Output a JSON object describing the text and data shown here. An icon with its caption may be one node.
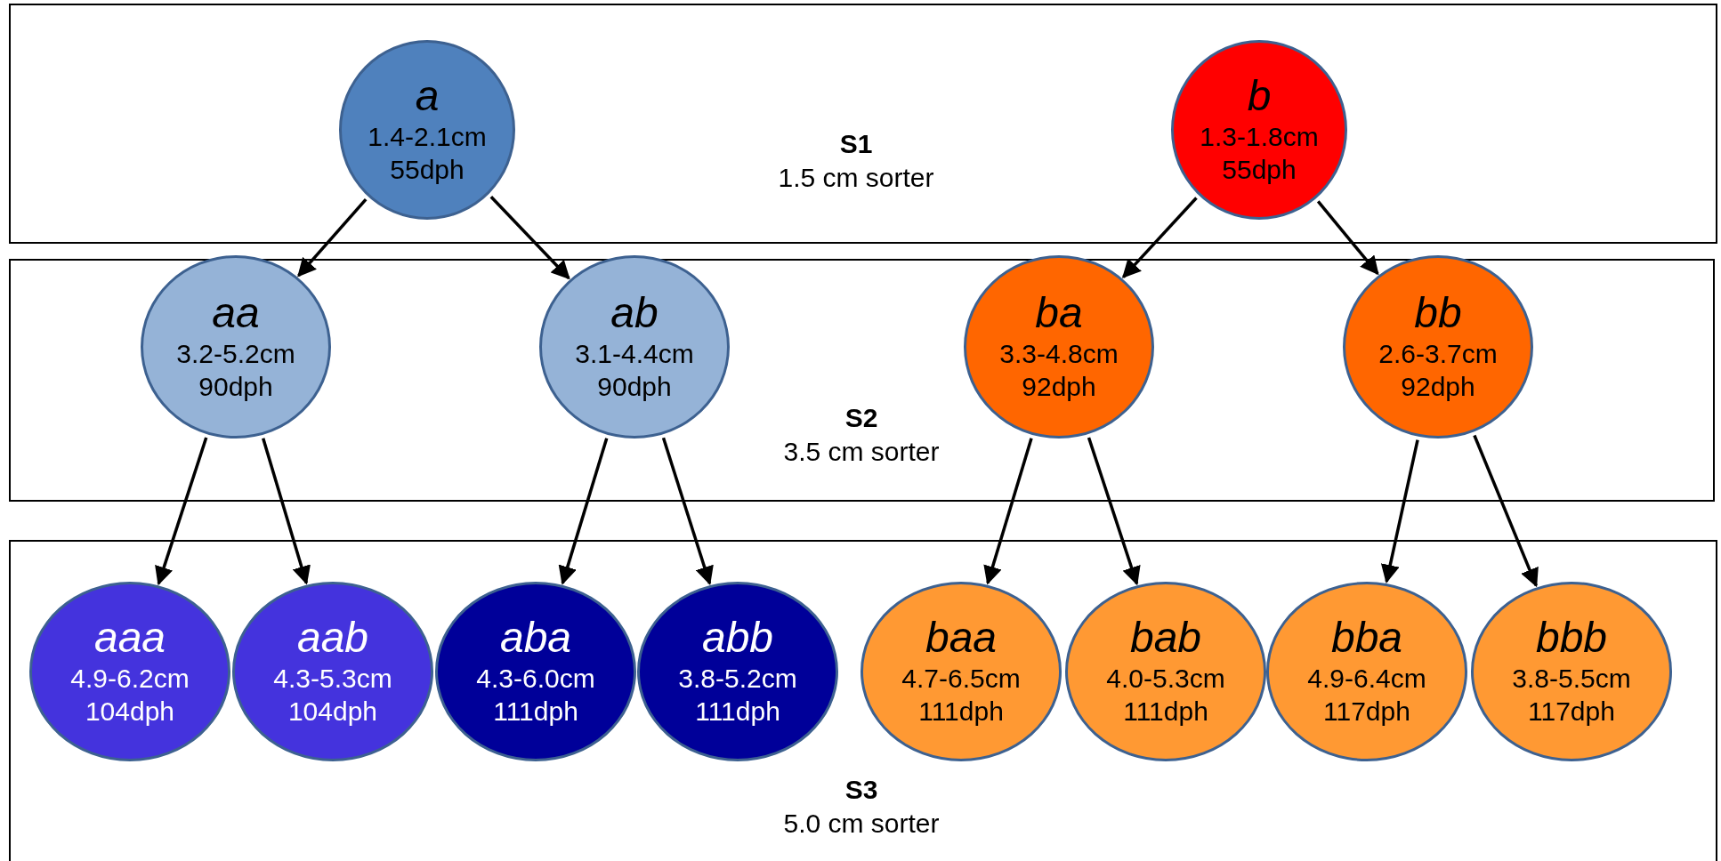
{
  "diagram": {
    "nodes": [
      {
        "text": [
          "S1",
          "1.5 cm sorter"
        ]
      },
      {
        "text": [
          "a",
          "1.4-2.1cm",
          "55dph"
        ],
        "in": 0
      },
      {
        "text": [
          "b",
          "1.3-1.8cm",
          "55dph"
        ],
        "in": 0
      },
      {
        "text": [
          "S2",
          "3.5 cm sorter"
        ]
      },
      {
        "text": [
          "aa",
          "3.2-5.2cm",
          "90dph"
        ],
        "in": 3
      },
      {
        "text": [
          "ab",
          "3.1-4.4cm",
          "90dph"
        ],
        "in": 3
      },
      {
        "text": [
          "ba",
          "3.3-4.8cm",
          "92dph"
        ],
        "in": 3
      },
      {
        "text": [
          "bb",
          "2.6-3.7cm",
          "92dph"
        ],
        "in": 3
      },
      {
        "text": [
          "S3",
          "5.0 cm sorter"
        ]
      },
      {
        "text": [
          "aaa",
          "4.9-6.2cm",
          "104dph"
        ],
        "in": 8
      },
      {
        "text": [
          "aab",
          "4.3-5.3cm",
          "104dph"
        ],
        "in": 8
      },
      {
        "text": [
          "aba",
          "4.3-6.0cm",
          "111dph"
        ],
        "in": 8
      },
      {
        "text": [
          "abb",
          "3.8-5.2cm",
          "111dph"
        ],
        "in": 8
      },
      {
        "text": [
          "baa",
          "4.7-6.5cm",
          "111dph"
        ],
        "in": 8
      },
      {
        "text": [
          "bab",
          "4.0-5.3cm",
          "111dph"
        ],
        "in": 8
      },
      {
        "text": [
          "bba",
          "4.9-6.4cm",
          "117dph"
        ],
        "in": 8
      },
      {
        "text": [
          "bbb",
          "3.8-5.5cm",
          "117dph"
        ],
        "in": 8
      }
    ],
    "edges": [
      {
        "from": 1,
        "to": 4,
        "arrow": "to"
      },
      {
        "from": 1,
        "to": 5,
        "arrow": "to"
      },
      {
        "from": 2,
        "to": 6,
        "arrow": "to"
      },
      {
        "from": 2,
        "to": 7,
        "arrow": "to"
      },
      {
        "from": 4,
        "to": 9,
        "arrow": "to"
      },
      {
        "from": 4,
        "to": 10,
        "arrow": "to"
      },
      {
        "from": 5,
        "to": 11,
        "arrow": "to"
      },
      {
        "from": 5,
        "to": 12,
        "arrow": "to"
      },
      {
        "from": 6,
        "to": 13,
        "arrow": "to"
      },
      {
        "from": 6,
        "to": 14,
        "arrow": "to"
      },
      {
        "from": 7,
        "to": 15,
        "arrow": "to"
      },
      {
        "from": 7,
        "to": 16,
        "arrow": "to"
      }
    ]
  }
}
